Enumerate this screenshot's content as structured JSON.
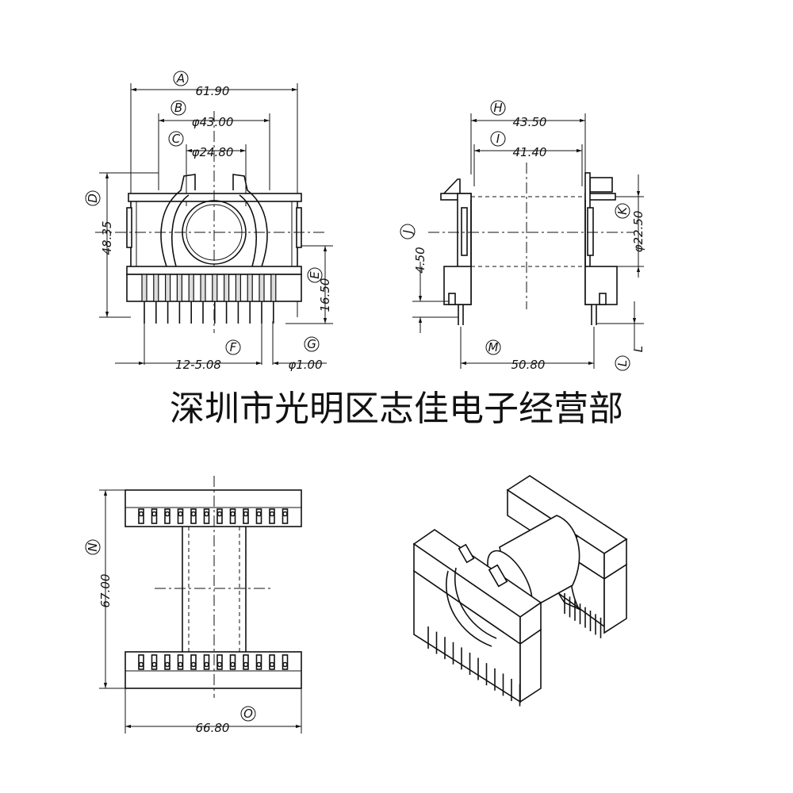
{
  "watermark": "深圳市光明区志佳电子经营部",
  "front_view": {
    "callouts": [
      "A",
      "B",
      "C",
      "D",
      "E",
      "F",
      "G"
    ],
    "dims": {
      "A": "61.90",
      "B": "φ43.00",
      "C": "φ24.80",
      "D": "48.35",
      "E": "16.50",
      "F": "12-5.08",
      "G": "φ1.00"
    }
  },
  "side_view": {
    "callouts": [
      "H",
      "I",
      "J",
      "K",
      "M",
      "L",
      "L"
    ],
    "dims": {
      "H": "43.50",
      "I": "41.40",
      "J": "4.50",
      "K": "φ22.50",
      "M": "50.80"
    }
  },
  "top_view": {
    "callouts": [
      "N",
      "O"
    ],
    "dims": {
      "N": "67.00",
      "O": "66.80"
    }
  }
}
